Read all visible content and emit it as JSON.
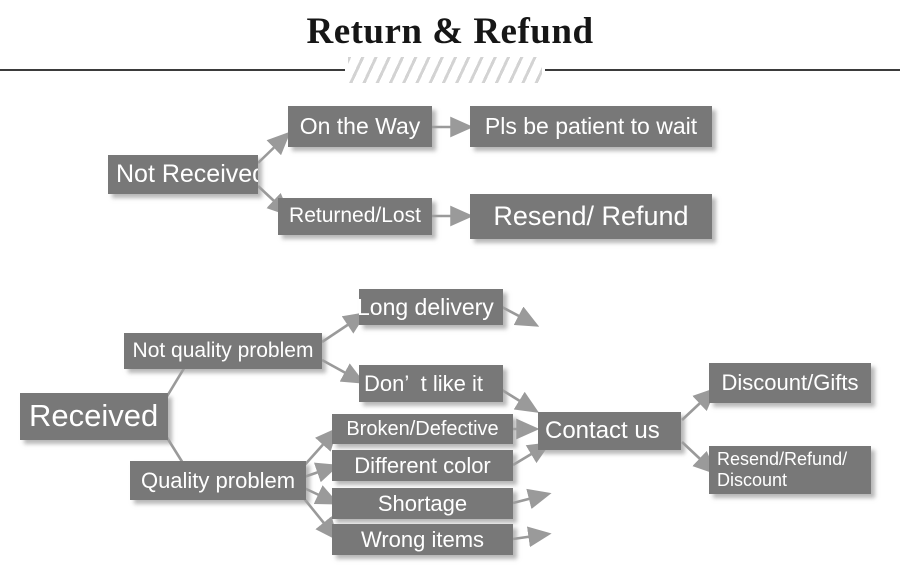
{
  "header": {
    "title": "Return & Refund",
    "divider_icon": "diagonal-hatch-divider"
  },
  "colors": {
    "box_fill": "#787878",
    "box_text": "#ffffff",
    "arrow": "#9a9a9a",
    "rule": "#3b3b3b",
    "title_text": "#161616",
    "background": "#ffffff"
  },
  "diagram": {
    "type": "flowchart",
    "branches": [
      {
        "id": "not-received",
        "root": "Not Received",
        "steps": [
          {
            "label": "On the Way",
            "result": "Pls be patient to wait"
          },
          {
            "label": "Returned/Lost",
            "result": "Resend/ Refund"
          }
        ]
      },
      {
        "id": "received",
        "root": "Received",
        "categories": [
          {
            "label": "Not quality problem",
            "issues": [
              "Long delivery",
              "Don’  t like it"
            ]
          },
          {
            "label": "Quality problem",
            "issues": [
              "Broken/Defective",
              "Different color",
              "Shortage",
              "Wrong items"
            ]
          }
        ],
        "hub": "Contact us",
        "outcomes": [
          "Discount/Gifts",
          "Resend/Refund/\nDiscount"
        ]
      }
    ]
  },
  "nodes": {
    "not_received": "Not Received",
    "on_the_way": "On the Way",
    "pls_wait": "Pls be patient to wait",
    "returned_lost": "Returned/Lost",
    "resend_refund": "Resend/ Refund",
    "received": "Received",
    "not_quality": "Not quality problem",
    "quality": "Quality problem",
    "long_delivery": "Long delivery",
    "dont_like": "Don’  t like it",
    "broken": "Broken/Defective",
    "diff_color": "Different color",
    "shortage": "Shortage",
    "wrong_items": "Wrong items",
    "contact_us": "Contact us",
    "discount_gifts": "Discount/Gifts",
    "resend_refund_discount": "Resend/Refund/\nDiscount"
  }
}
